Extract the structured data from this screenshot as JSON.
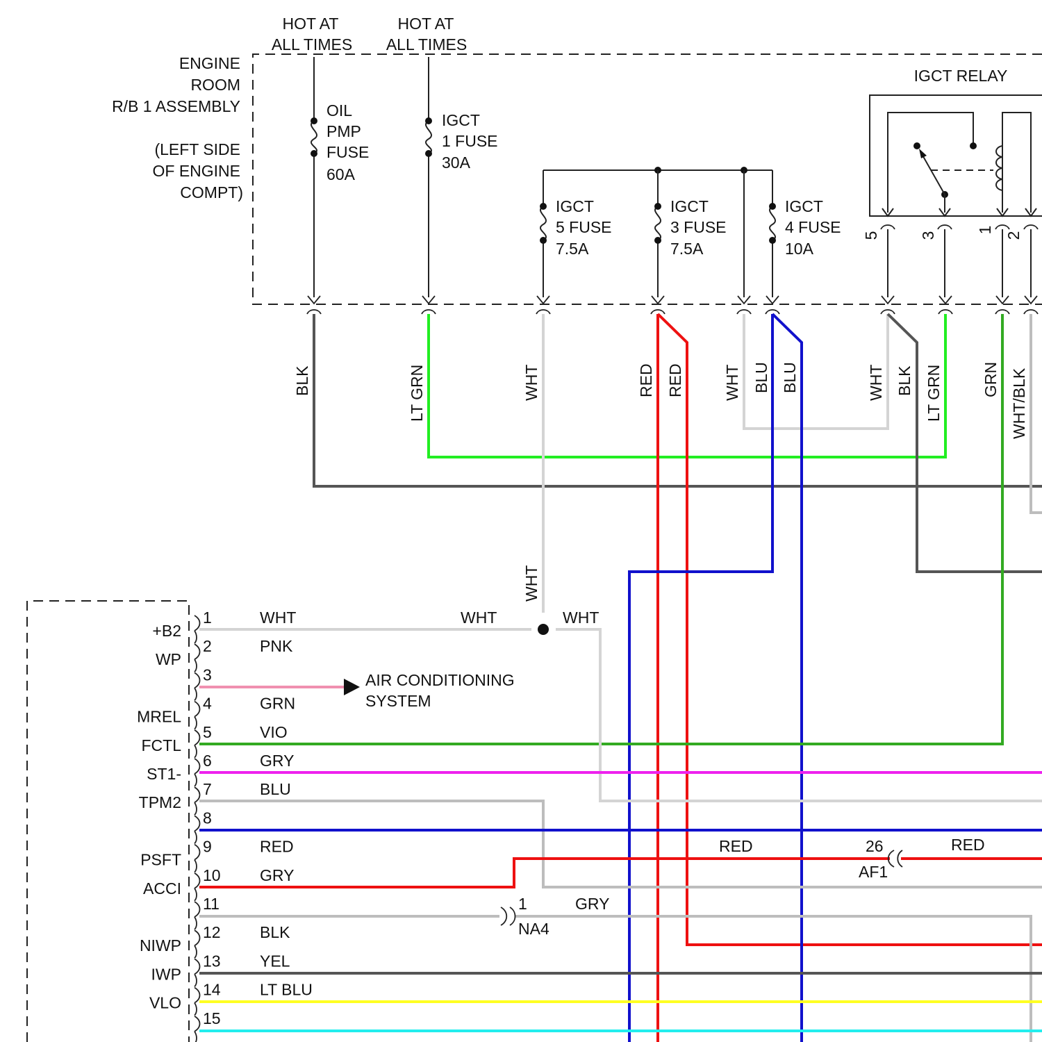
{
  "colors": {
    "BLK": "#555555",
    "LT GRN": "#22ee22",
    "GRN": "#33aa22",
    "WHT": "#d4d4d4",
    "RED": "#ee1111",
    "BLU": "#1111cc",
    "PNK": "#f090b0",
    "VIO": "#ee22ee",
    "GRY": "#bdbdbd",
    "YEL": "#ffff22",
    "LT BLU": "#22eeee"
  },
  "header": {
    "hot1": [
      "HOT AT",
      "ALL TIMES"
    ],
    "hot2": [
      "HOT AT",
      "ALL TIMES"
    ]
  },
  "rb_assembly": {
    "label": [
      "ENGINE",
      "ROOM",
      "R/B 1 ASSEMBLY"
    ],
    "location": [
      "(LEFT SIDE",
      "OF ENGINE",
      "COMPT)"
    ]
  },
  "fuses": [
    {
      "name": "OIL",
      "lines": [
        "OIL",
        "PMP",
        "FUSE",
        "60A"
      ]
    },
    {
      "name": "IGCT 1",
      "lines": [
        "IGCT",
        "1 FUSE",
        "30A"
      ]
    },
    {
      "name": "IGCT 5",
      "lines": [
        "IGCT",
        "5 FUSE",
        "7.5A"
      ]
    },
    {
      "name": "IGCT 3",
      "lines": [
        "IGCT",
        "3 FUSE",
        "7.5A"
      ]
    },
    {
      "name": "IGCT 4",
      "lines": [
        "IGCT",
        "4 FUSE",
        "10A"
      ]
    }
  ],
  "relay": {
    "title": "IGCT RELAY",
    "pins": [
      "5",
      "3",
      "1",
      "2"
    ]
  },
  "wire_labels_vertical": [
    "BLK",
    "LT GRN",
    "WHT",
    "RED",
    "RED",
    "WHT",
    "BLU",
    "BLU",
    "WHT",
    "BLK",
    "LT GRN",
    "GRN",
    "WHT/BLK",
    "WHT"
  ],
  "junction_labels": [
    "WHT",
    "WHT"
  ],
  "ecm_pins": [
    {
      "pin": "1",
      "name": "+B2",
      "color": "WHT"
    },
    {
      "pin": "2",
      "name": "WP",
      "color": "PNK"
    },
    {
      "pin": "3",
      "name": "",
      "color": ""
    },
    {
      "pin": "4",
      "name": "MREL",
      "color": "GRN"
    },
    {
      "pin": "5",
      "name": "FCTL",
      "color": "VIO"
    },
    {
      "pin": "6",
      "name": "ST1-",
      "color": "GRY"
    },
    {
      "pin": "7",
      "name": "TPM2",
      "color": "BLU"
    },
    {
      "pin": "8",
      "name": "",
      "color": ""
    },
    {
      "pin": "9",
      "name": "PSFT",
      "color": "RED"
    },
    {
      "pin": "10",
      "name": "ACCI",
      "color": "GRY"
    },
    {
      "pin": "11",
      "name": "",
      "color": ""
    },
    {
      "pin": "12",
      "name": "NIWP",
      "color": "BLK"
    },
    {
      "pin": "13",
      "name": "IWP",
      "color": "YEL"
    },
    {
      "pin": "14",
      "name": "VLO",
      "color": "LT BLU"
    },
    {
      "pin": "15",
      "name": "",
      "color": ""
    }
  ],
  "air_conditioning": [
    "AIR CONDITIONING",
    "SYSTEM"
  ],
  "connectors": {
    "af1": {
      "pin": "26",
      "name": "AF1",
      "wire": "RED",
      "wire_left": "RED"
    },
    "na4": {
      "pin": "1",
      "name": "NA4",
      "wire": "GRY"
    }
  }
}
